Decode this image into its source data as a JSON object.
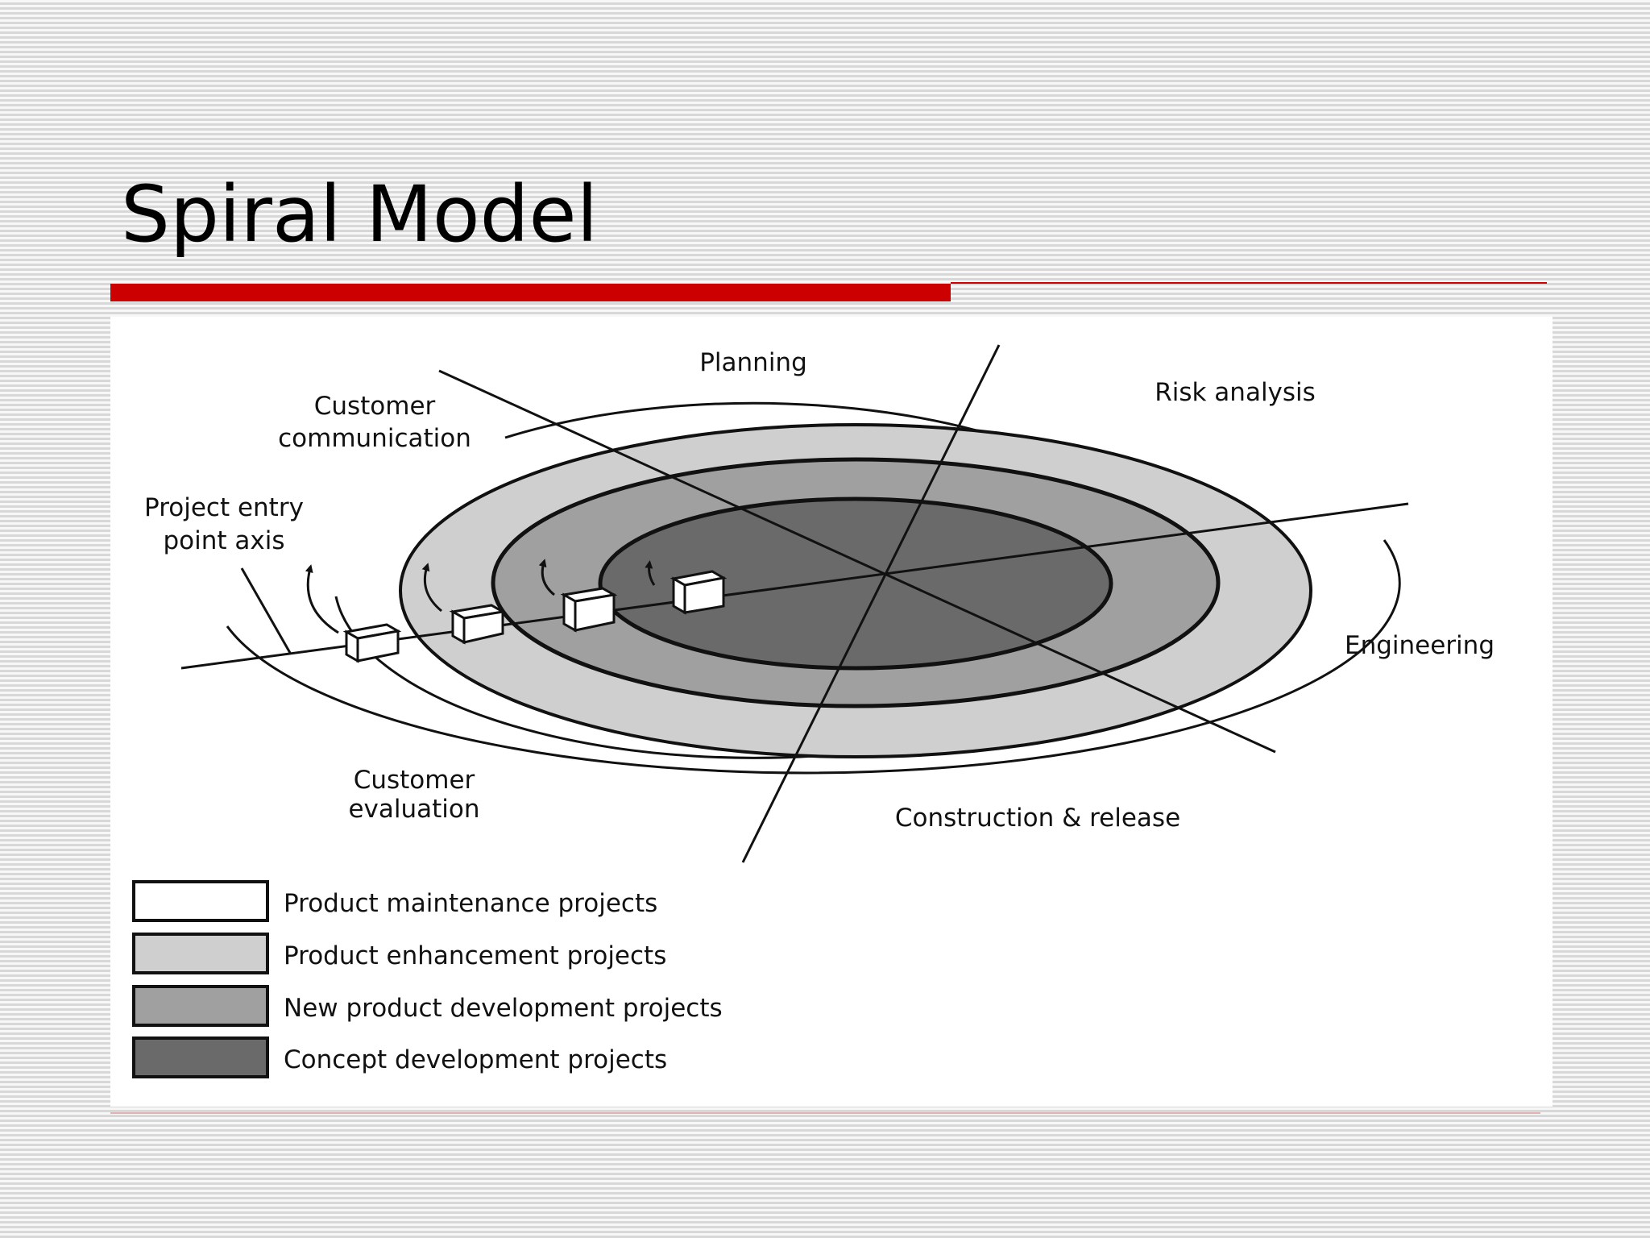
{
  "slide": {
    "title": "Spiral Model"
  },
  "diagram": {
    "quadrant_labels": {
      "planning": "Planning",
      "risk_analysis": "Risk analysis",
      "engineering": "Engineering",
      "construction_release": "Construction & release",
      "customer_evaluation": [
        "Customer",
        "evaluation"
      ],
      "customer_communication": [
        "Customer",
        "communication"
      ]
    },
    "entry_axis_label": [
      "Project entry",
      "point axis"
    ],
    "rings": [
      {
        "name": "Product maintenance projects",
        "color": "#ffffff"
      },
      {
        "name": "Product enhancement projects",
        "color": "#cfcfcf"
      },
      {
        "name": "New product development projects",
        "color": "#a0a0a0"
      },
      {
        "name": "Concept development projects",
        "color": "#6a6a6a"
      }
    ]
  },
  "legend": [
    {
      "label": "Product maintenance projects",
      "color": "#ffffff"
    },
    {
      "label": "Product enhancement projects",
      "color": "#cfcfcf"
    },
    {
      "label": "New product development projects",
      "color": "#a0a0a0"
    },
    {
      "label": "Concept development projects",
      "color": "#6a6a6a"
    }
  ]
}
